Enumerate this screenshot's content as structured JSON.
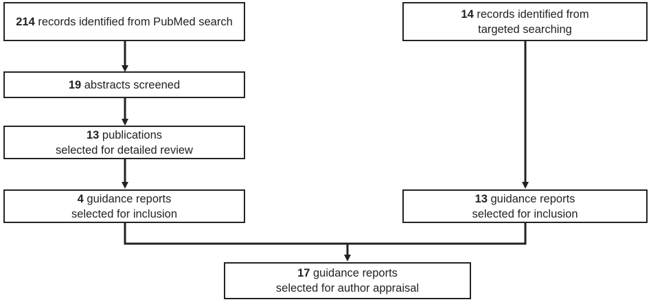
{
  "flowchart": {
    "boxes": {
      "pubmed": {
        "line1_count": "214",
        "line1_text": " records identified from PubMed search"
      },
      "targeted": {
        "line1_count": "14",
        "line1_text": " records identified from",
        "line2_text": "targeted searching"
      },
      "abstracts": {
        "line1_count": "19",
        "line1_text": " abstracts screened"
      },
      "publications": {
        "line1_count": "13",
        "line1_text": " publications",
        "line2_text": "selected for detailed review"
      },
      "left_guidance": {
        "line1_count": "4",
        "line1_text": " guidance reports",
        "line2_text": "selected for inclusion"
      },
      "right_guidance": {
        "line1_count": "13",
        "line1_text": " guidance reports",
        "line2_text": "selected for inclusion"
      },
      "final": {
        "line1_count": "17",
        "line1_text": " guidance reports",
        "line2_text": "selected for author appraisal"
      }
    },
    "colors": {
      "line": "#222222",
      "box_border": "#222222",
      "background": "#ffffff"
    }
  }
}
